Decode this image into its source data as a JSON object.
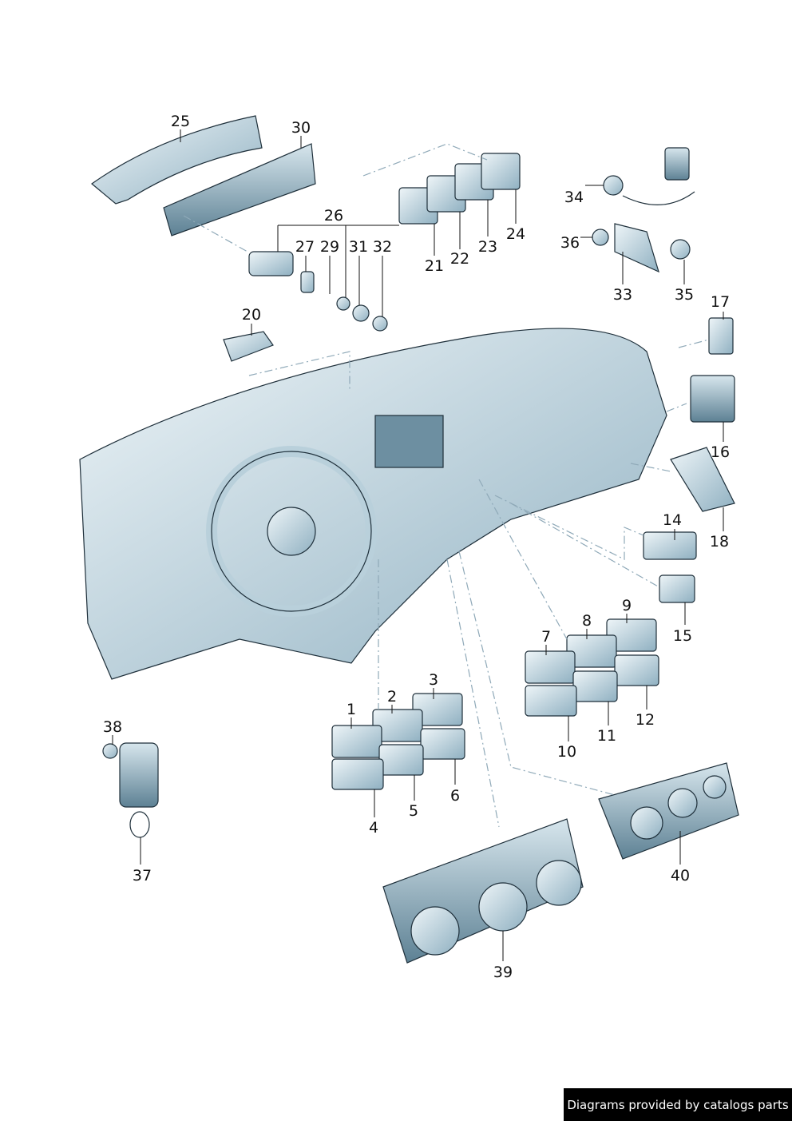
{
  "diagram": {
    "part_numbers": [
      "25",
      "30",
      "26",
      "27",
      "29",
      "31",
      "32",
      "21",
      "22",
      "23",
      "24",
      "34",
      "36",
      "33",
      "35",
      "17",
      "20",
      "16",
      "18",
      "14",
      "15",
      "9",
      "8",
      "7",
      "12",
      "11",
      "10",
      "3",
      "2",
      "1",
      "6",
      "5",
      "4",
      "38",
      "37",
      "40",
      "39"
    ],
    "colors": {
      "part_fill": "#c9dde6",
      "part_shadow": "#6f93a6",
      "outline": "#1e2f3a",
      "dash_line": "#8fa9b8"
    }
  },
  "footer": {
    "text": "Diagrams provided by catalogs parts"
  }
}
